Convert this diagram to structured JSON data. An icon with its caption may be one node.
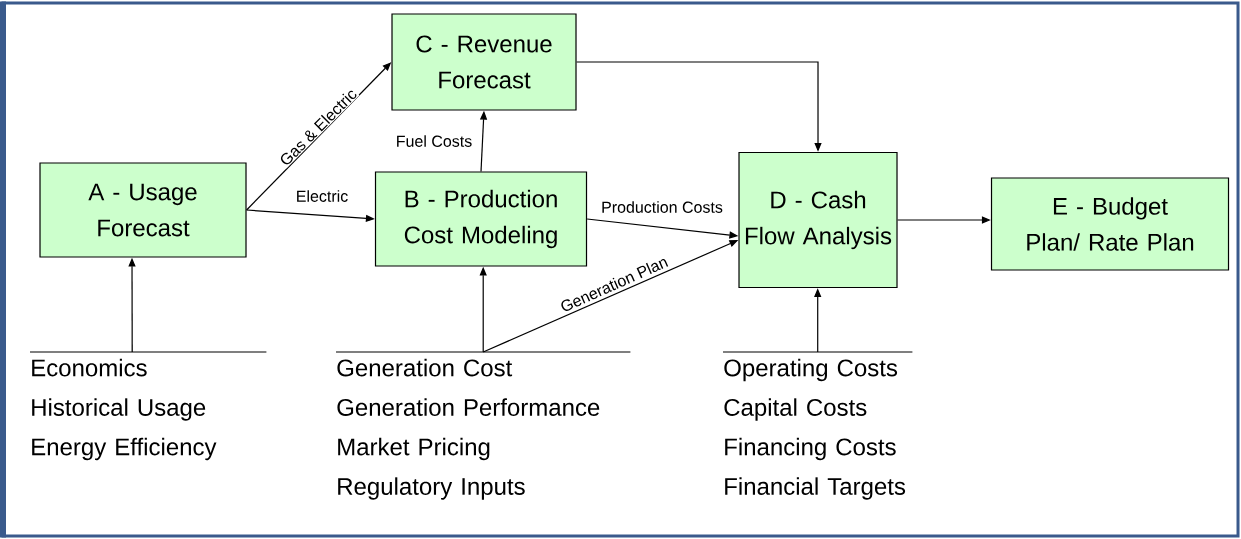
{
  "diagram": {
    "nodes": [
      {
        "text": [
          "A - Usage Forecast"
        ]
      },
      {
        "text": [
          "C - Revenue Forecast"
        ]
      },
      {
        "text": [
          "B - Production Cost Modeling"
        ]
      },
      {
        "text": [
          "D - Cash Flow Analysis"
        ]
      },
      {
        "text": [
          "E - Budget Plan/ Rate Plan"
        ]
      },
      {
        "text": [
          "Economics",
          "Historical Usage",
          "Energy Efficiency"
        ]
      },
      {
        "text": [
          "Generation Cost",
          "Generation Performance",
          "Market Pricing",
          "Regulatory Inputs"
        ]
      },
      {
        "text": [
          "Operating Costs",
          "Capital Costs",
          "Financing Costs",
          "Financial Targets"
        ]
      }
    ],
    "edges": [
      {
        "from": 0,
        "to": 1,
        "arrow": "to",
        "label": "Gas & Electric"
      },
      {
        "from": 0,
        "to": 2,
        "arrow": "to",
        "label": "Electric"
      },
      {
        "from": 2,
        "to": 1,
        "arrow": "to",
        "label": "Fuel Costs"
      },
      {
        "from": 1,
        "to": 3,
        "arrow": "to"
      },
      {
        "from": 2,
        "to": 3,
        "arrow": "to",
        "label": "Production Costs"
      },
      {
        "from": 6,
        "to": 3,
        "arrow": "to",
        "label": "Generation Plan"
      },
      {
        "from": 5,
        "to": 0,
        "arrow": "to"
      },
      {
        "from": 6,
        "to": 2,
        "arrow": "to"
      },
      {
        "from": 7,
        "to": 3,
        "arrow": "to"
      },
      {
        "from": 3,
        "to": 4,
        "arrow": "to"
      }
    ]
  }
}
